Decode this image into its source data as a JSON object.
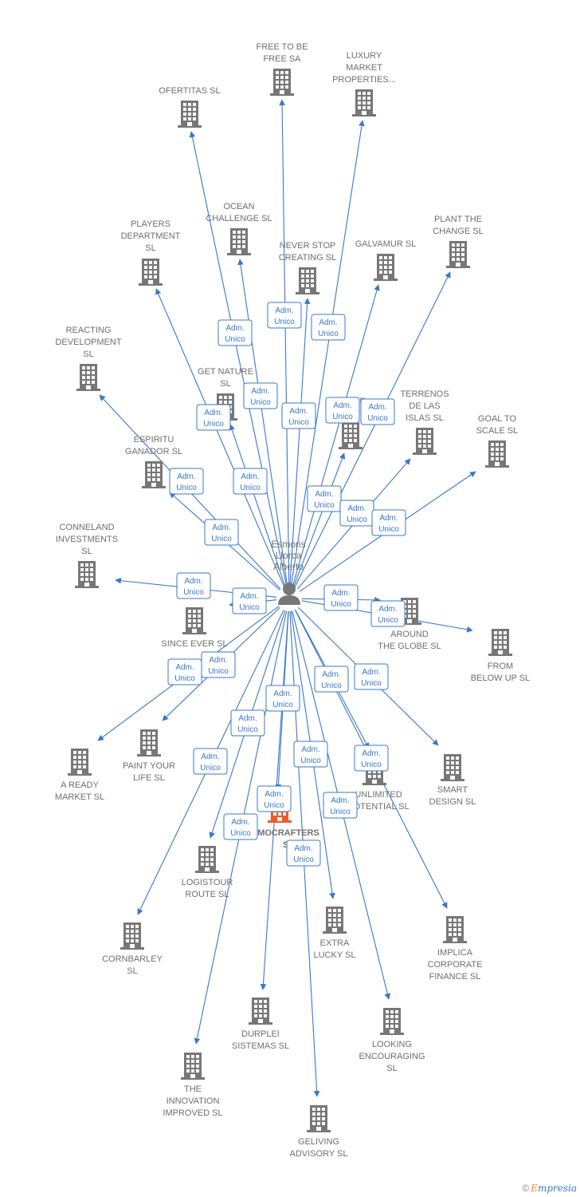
{
  "center": {
    "label": [
      "Esmoris",
      "Llorca",
      "Alberto"
    ]
  },
  "companies": [
    {
      "name": "free-to-be-free-sa",
      "label": [
        "FREE TO BE",
        "FREE SA"
      ]
    },
    {
      "name": "luxury-market-properties",
      "label": [
        "LUXURY",
        "MARKET",
        "PROPERTIES..."
      ]
    },
    {
      "name": "ofertitas-sl",
      "label": [
        "OFERTITAS  SL"
      ]
    },
    {
      "name": "ocean-challenge-sl",
      "label": [
        "OCEAN",
        "CHALLENGE  SL"
      ]
    },
    {
      "name": "players-department-sl",
      "label": [
        "PLAYERS",
        "DEPARTMENT",
        "SL"
      ]
    },
    {
      "name": "never-stop-creating-sl",
      "label": [
        "NEVER STOP",
        "CREATING  SL"
      ]
    },
    {
      "name": "galvamur-sl",
      "label": [
        "GALVAMUR  SL"
      ]
    },
    {
      "name": "plant-the-change-sl",
      "label": [
        "PLANT THE",
        "CHANGE  SL"
      ]
    },
    {
      "name": "reacting-development-sl",
      "label": [
        "REACTING",
        "DEVELOPMENT",
        "SL"
      ]
    },
    {
      "name": "get-nature-sl",
      "label": [
        "GET NATURE",
        "SL"
      ]
    },
    {
      "name": "unnamed-company",
      "label": [
        "P"
      ]
    },
    {
      "name": "terrenos-de-las-islas-sl",
      "label": [
        "TERRENOS",
        "DE LAS",
        "ISLAS  SL"
      ]
    },
    {
      "name": "goal-to-scale-sl",
      "label": [
        "GOAL TO",
        "SCALE  SL"
      ]
    },
    {
      "name": "espiritu-ganador-sl",
      "label": [
        "ESPIRITU",
        "GANADOR  SL"
      ]
    },
    {
      "name": "conneland-investments-sl",
      "label": [
        "CONNELAND",
        "INVESTMENTS",
        "SL"
      ]
    },
    {
      "name": "since-ever-sl",
      "label": [
        "SINCE EVER  SL"
      ]
    },
    {
      "name": "around-the-globe-sl",
      "label": [
        "AROUND",
        "THE GLOBE  SL"
      ]
    },
    {
      "name": "from-below-up-sl",
      "label": [
        "FROM",
        "BELOW UP  SL"
      ]
    },
    {
      "name": "a-ready-market-sl",
      "label": [
        "A READY",
        "MARKET  SL"
      ]
    },
    {
      "name": "paint-your-life-sl",
      "label": [
        "PAINT YOUR",
        "LIFE  SL"
      ]
    },
    {
      "name": "unlimited-potential-sl",
      "label": [
        "UNLIMITED",
        "POTENTIAL  SL"
      ]
    },
    {
      "name": "smart-design-sl",
      "label": [
        "SMART",
        "DESIGN  SL"
      ]
    },
    {
      "name": "mocrafters-sl",
      "label": [
        "MOCRAFTERS",
        "SL"
      ],
      "highlight": true
    },
    {
      "name": "logistour-route-sl",
      "label": [
        "LOGISTOUR",
        "ROUTE  SL"
      ]
    },
    {
      "name": "cornbarley-sl",
      "label": [
        "CORNBARLEY",
        "SL"
      ]
    },
    {
      "name": "extra-lucky-sl",
      "label": [
        "EXTRA",
        "LUCKY  SL"
      ]
    },
    {
      "name": "implica-corporate-finance-sl",
      "label": [
        "IMPLICA",
        "CORPORATE",
        "FINANCE  SL"
      ]
    },
    {
      "name": "durplei-sistemas-sl",
      "label": [
        "DURPLEI",
        "SISTEMAS  SL"
      ]
    },
    {
      "name": "looking-encouraging-sl",
      "label": [
        "LOOKING",
        "ENCOURAGING",
        "SL"
      ]
    },
    {
      "name": "the-innovation-improved-sl",
      "label": [
        "THE",
        "INNOVATION",
        "IMPROVED  SL"
      ]
    },
    {
      "name": "geliving-advisory-sl",
      "label": [
        "GELIVING",
        "ADVISORY  SL"
      ]
    }
  ],
  "edge_label": [
    "Adm.",
    "Unico"
  ],
  "colors": {
    "edge": "#3a78c8",
    "node": "#777777",
    "highlight": "#f05a28",
    "label_border": "#3a78c8"
  },
  "footer": {
    "copyright": "©",
    "brand_first": "E",
    "brand_rest": "mpresia"
  }
}
